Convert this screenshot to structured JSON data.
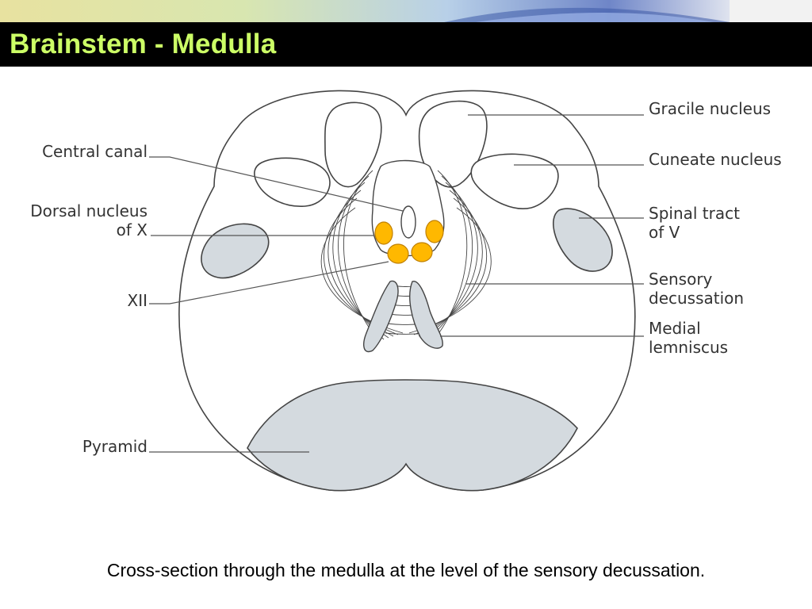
{
  "slide": {
    "title": "Brainstem - Medulla",
    "caption": "Cross-section through the medulla at the level of the sensory decussation."
  },
  "labels": {
    "gracile_nucleus": "Gracile nucleus",
    "cuneate_nucleus": "Cuneate nucleus",
    "spinal_tract_line1": "Spinal tract",
    "spinal_tract_line2": "of V",
    "sensory_decussation_line1": "Sensory",
    "sensory_decussation_line2": "decussation",
    "medial_lemniscus_line1": "Medial",
    "medial_lemniscus_line2": "lemniscus",
    "central_canal": "Central canal",
    "dorsal_nucleus_line1": "Dorsal nucleus",
    "dorsal_nucleus_line2": "of X",
    "xii": "XII",
    "pyramid": "Pyramid"
  },
  "colors": {
    "title_text": "#ccff66",
    "title_bar": "#000000",
    "nucleus_fill": "#ffb800",
    "nucleus_stroke": "#c08000",
    "tract_fill": "#d4dadf",
    "outline": "#444444"
  }
}
